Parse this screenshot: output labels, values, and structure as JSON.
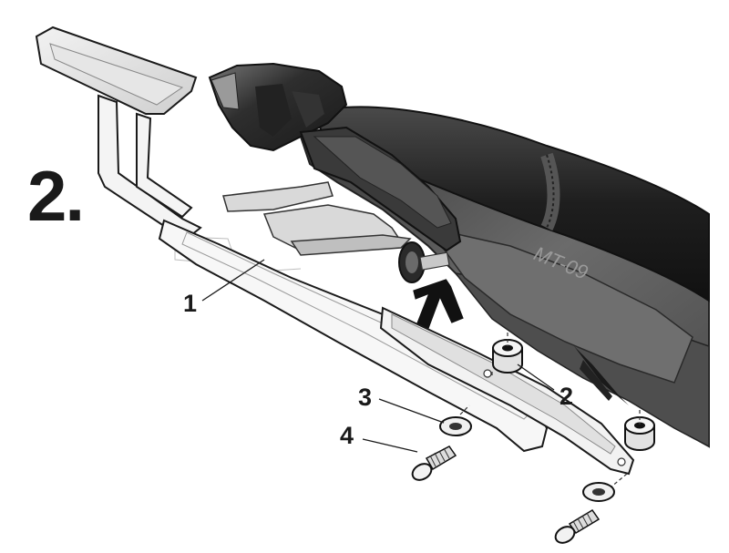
{
  "step": {
    "label": "2."
  },
  "model_badge": "MT-09",
  "callouts": [
    {
      "id": "1",
      "label": "1"
    },
    {
      "id": "2",
      "label": "2"
    },
    {
      "id": "3",
      "label": "3"
    },
    {
      "id": "4",
      "label": "4"
    }
  ],
  "colors": {
    "seat": "#1e1e1e",
    "panel": "#5a5a5a",
    "bracket_outline": "#1a1a1a",
    "arrow": "#111111"
  },
  "icons": [
    "up-arrow-icon"
  ]
}
